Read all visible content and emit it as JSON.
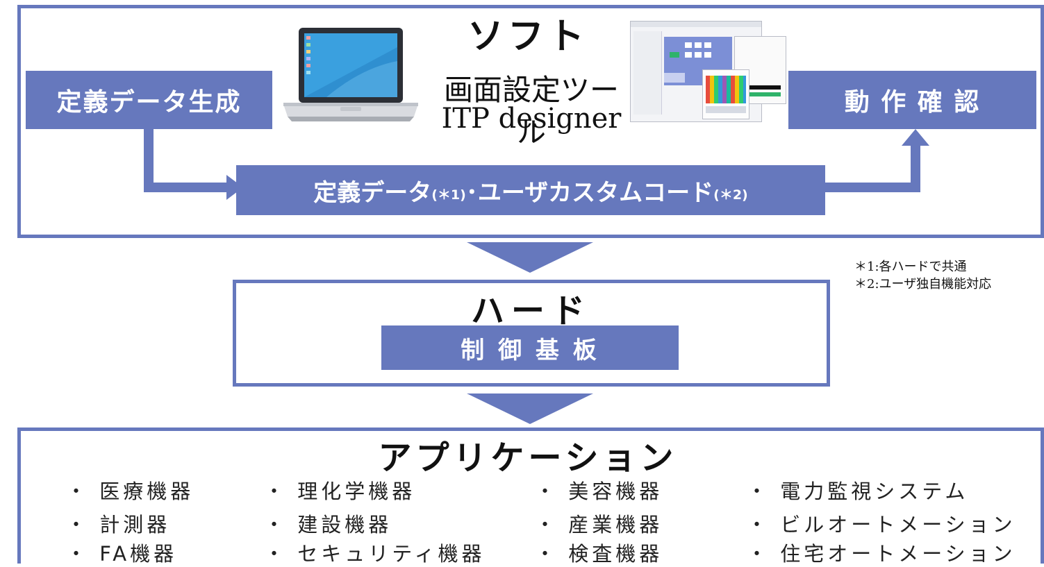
{
  "soft": {
    "title": "ソフト",
    "tool_line1": "画面設定ツール",
    "tool_line2": "ITP designer",
    "generate_label": "定義データ生成",
    "verify_label": "動 作 確 認",
    "data_main": "定義データ",
    "data_mark1": "(＊1)",
    "data_dot": "･",
    "data_custom": "ユーザカスタムコード",
    "data_mark2": "(＊2)"
  },
  "notes": {
    "note1": "＊1:各ハードで共通",
    "note2": "＊2:ユーザ独自機能対応"
  },
  "hard": {
    "title": "ハード",
    "board_label": "制 御 基 板"
  },
  "application": {
    "title": "アプリケーション",
    "columns": [
      [
        "・ 医療機器",
        "・ 計測器",
        "・ FA機器"
      ],
      [
        "・ 理化学機器",
        "・ 建設機器",
        "・ セキュリティ機器"
      ],
      [
        "・ 美容機器",
        "・ 産業機器",
        "・ 検査機器"
      ],
      [
        "・ 電力監視システム",
        "・ ビルオートメーション",
        "・ 住宅オートメーション"
      ]
    ]
  },
  "colors": {
    "accent": "#6678bd",
    "laptop_screen": "#3aa0df"
  },
  "icons": [
    "laptop-icon",
    "app-screenshot-icon"
  ]
}
